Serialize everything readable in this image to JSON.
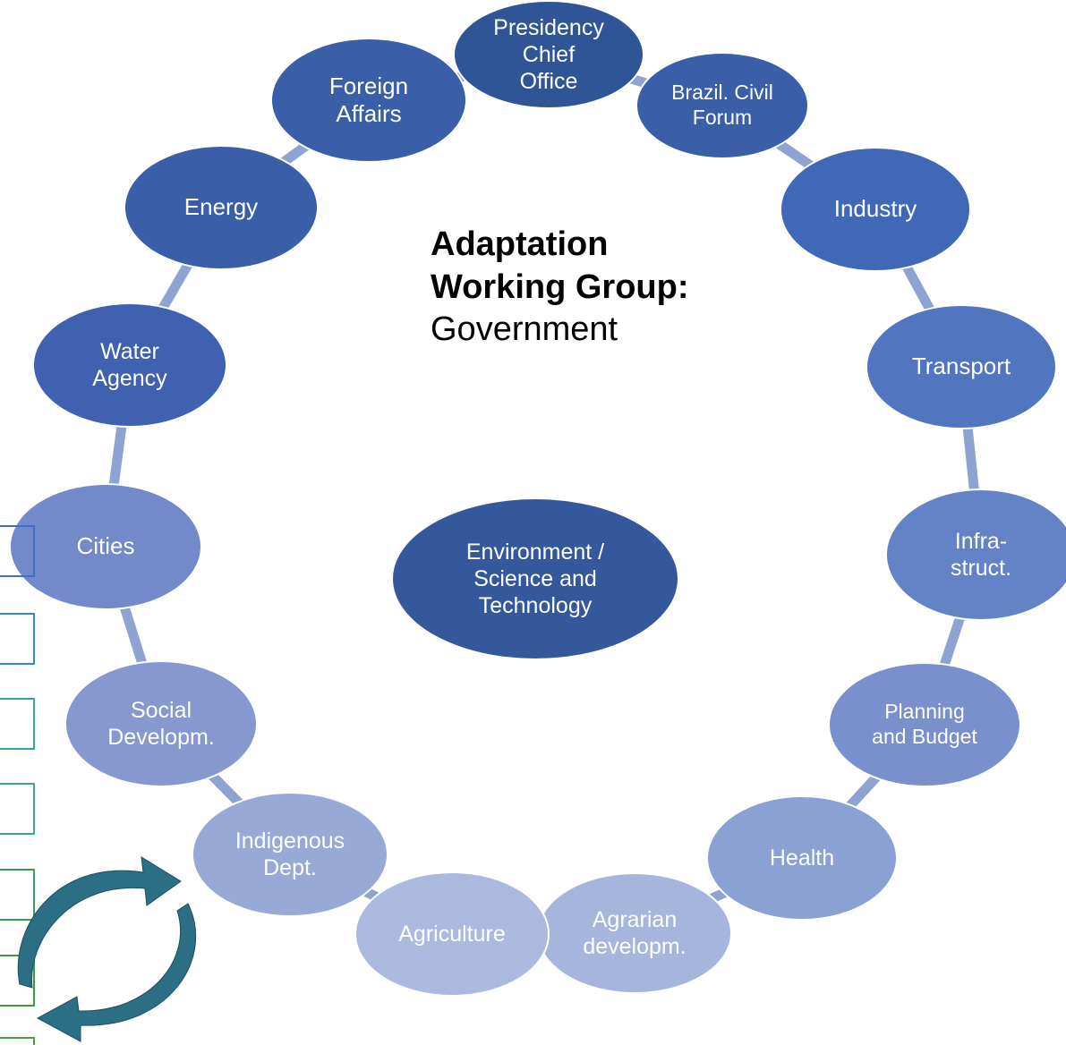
{
  "title": {
    "line1": "Adaptation",
    "line2": "Working Group:",
    "line3": "Government"
  },
  "center": {
    "label": "Environment /\nScience and\nTechnology",
    "color": "#35589c"
  },
  "ring_color": "#8fa3d3",
  "nodes": [
    {
      "label": "Presidency\nChief\nOffice",
      "color": "#2f5597"
    },
    {
      "label": "Brazil. Civil\nForum",
      "color": "#3a5ea7"
    },
    {
      "label": "Industry",
      "color": "#4168b6"
    },
    {
      "label": "Transport",
      "color": "#5275c0"
    },
    {
      "label": "Infra-\nstruct.",
      "color": "#6483c6"
    },
    {
      "label": "Planning\nand Budget",
      "color": "#7990cc"
    },
    {
      "label": "Health",
      "color": "#8ba0d3"
    },
    {
      "label": "Agrarian\ndevelopm.",
      "color": "#a6b5dc"
    },
    {
      "label": "Agriculture",
      "color": "#abb9df"
    },
    {
      "label": "Indigenous\nDept.",
      "color": "#98a9d6"
    },
    {
      "label": "Social\nDevelopm.",
      "color": "#8798cf"
    },
    {
      "label": "Cities",
      "color": "#7389c9"
    },
    {
      "label": "Water\nAgency",
      "color": "#3f61b0"
    },
    {
      "label": "Energy",
      "color": "#3a5ea7"
    },
    {
      "label": "Foreign\nAffairs",
      "color": "#3a5ea7"
    }
  ],
  "cycle_arrow_color": "#2c6e83",
  "side_boxes_colors": [
    "#3f6fc8",
    "#3a86c0",
    "#35a6a0",
    "#3aa882",
    "#3a9e50",
    "#3a9e40",
    "#44a040"
  ]
}
